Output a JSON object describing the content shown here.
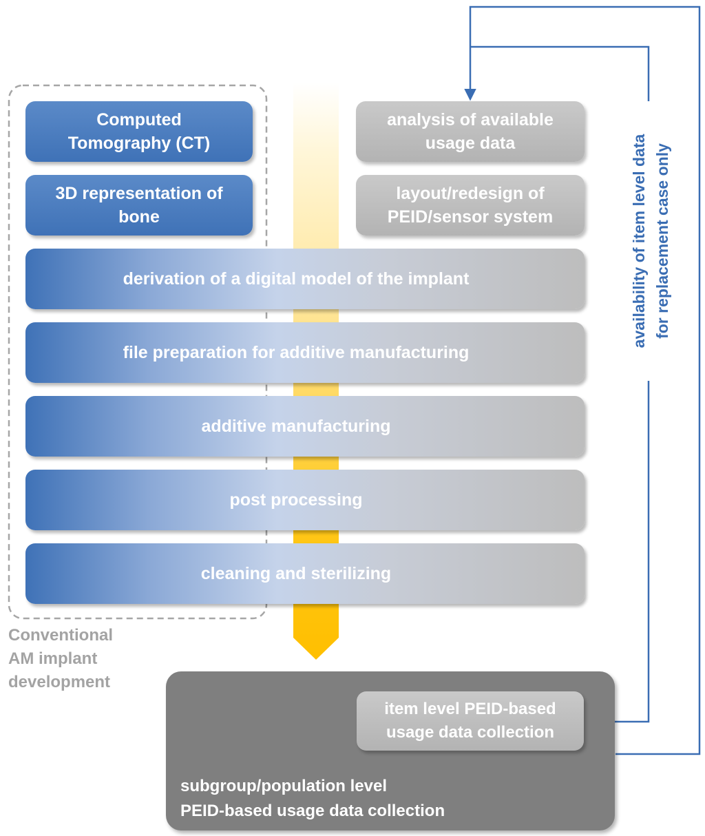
{
  "colors": {
    "blue_box": "#4a7cbf",
    "gray_box": "#bdbdbd",
    "dark_box": "#7f7f7f",
    "arrow_yellow": "#ffc000",
    "connector_blue": "#3a6db3",
    "caption_gray": "#a3a3a3"
  },
  "left_boxes": [
    {
      "lines": [
        "Computed",
        "Tomography (CT)"
      ]
    },
    {
      "lines": [
        "3D representation of",
        "bone"
      ]
    }
  ],
  "right_boxes": [
    {
      "lines": [
        "analysis of available",
        "usage data"
      ]
    },
    {
      "lines": [
        "layout/redesign of",
        "PEID/sensor system"
      ]
    }
  ],
  "bands": [
    {
      "label": "derivation of a digital model of the implant"
    },
    {
      "label": "file preparation for additive manufacturing"
    },
    {
      "label": "additive manufacturing"
    },
    {
      "label": "post processing"
    },
    {
      "label": "cleaning and sterilizing"
    }
  ],
  "conventional_caption": [
    "Conventional",
    "AM implant",
    "development"
  ],
  "population_box": {
    "lines": [
      "subgroup/population level",
      "PEID-based usage data collection"
    ]
  },
  "item_box": {
    "lines": [
      "item level PEID-based",
      "usage data collection"
    ]
  },
  "feedback_label": [
    "availability of item level data",
    "for replacement case only"
  ]
}
